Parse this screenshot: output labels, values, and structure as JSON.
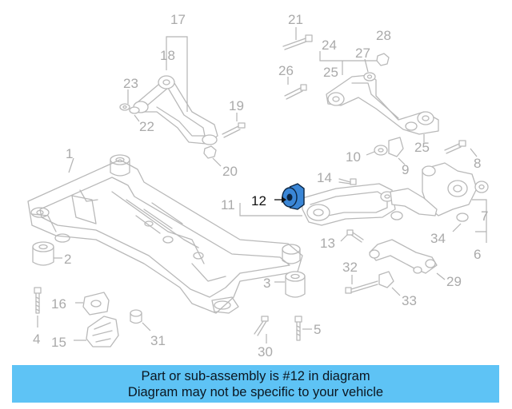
{
  "highlight": {
    "callout": "12",
    "color": "#3a86d6"
  },
  "callouts": {
    "c1": "1",
    "c2": "2",
    "c3": "3",
    "c4": "4",
    "c5": "5",
    "c6": "6",
    "c7": "7",
    "c8": "8",
    "c9": "9",
    "c10": "10",
    "c11": "11",
    "c13": "13",
    "c14": "14",
    "c15": "15",
    "c16": "16",
    "c17": "17",
    "c18": "18",
    "c19": "19",
    "c20": "20",
    "c21": "21",
    "c22": "22",
    "c23": "23",
    "c24": "24",
    "c25a": "25",
    "c25b": "25",
    "c26": "26",
    "c27": "27",
    "c28": "28",
    "c29": "29",
    "c30": "30",
    "c31": "31",
    "c32": "32",
    "c33": "33",
    "c34": "34"
  },
  "banner": {
    "line1": "Part or sub-assembly is #12 in diagram",
    "line2": "Diagram may not be specific to your vehicle",
    "background": "#5ec3f5"
  }
}
